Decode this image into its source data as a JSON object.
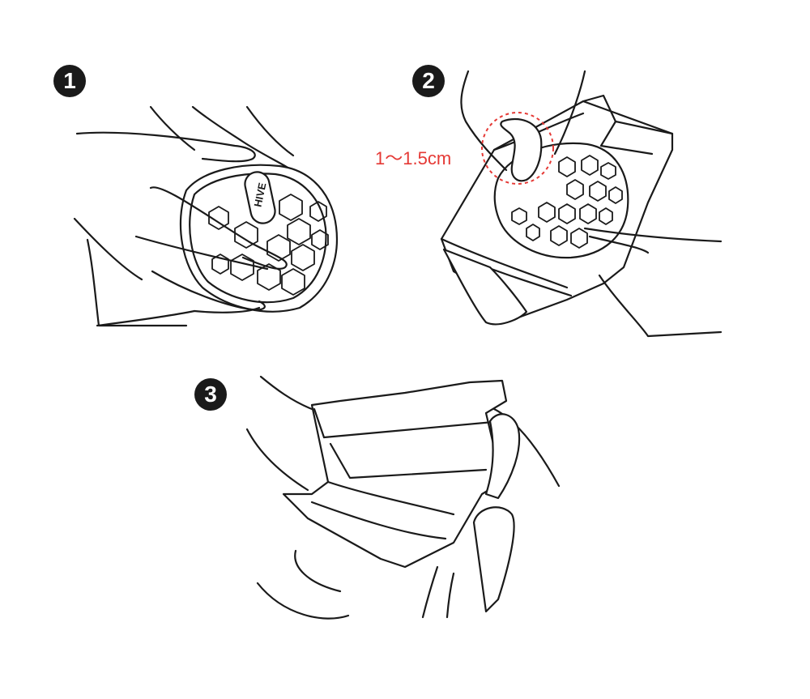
{
  "steps": [
    {
      "number": "1"
    },
    {
      "number": "2",
      "measurement": "1〜1.5cm"
    },
    {
      "number": "3"
    }
  ],
  "logo_text": "HIVE",
  "colors": {
    "line": "#1a1a1a",
    "accent_red": "#e53935",
    "background": "#ffffff"
  }
}
